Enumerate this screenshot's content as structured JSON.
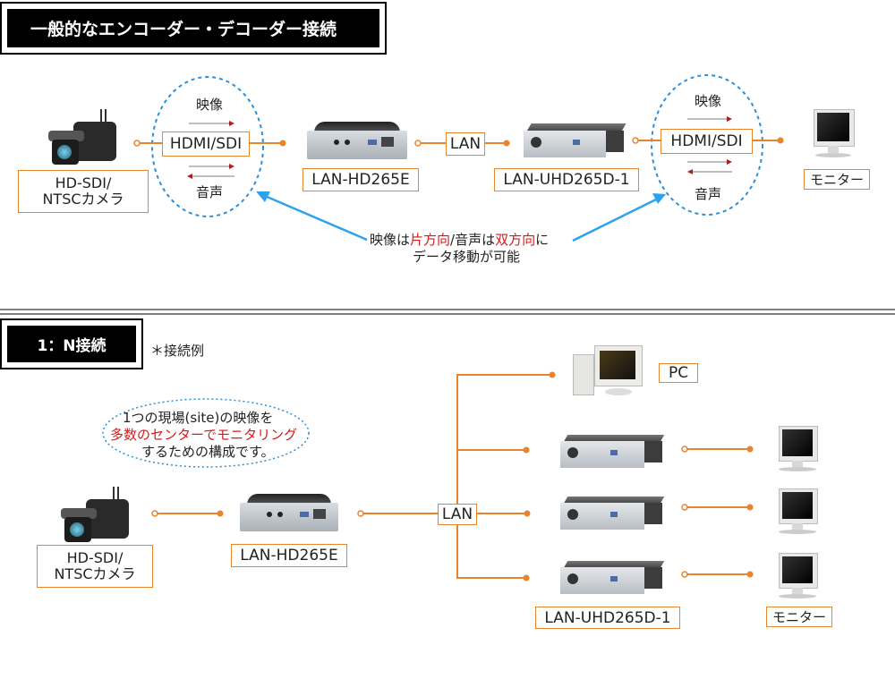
{
  "section1": {
    "title": "一般的なエンコーダー・デコーダー接続",
    "camera_label_line1": "HD-SDI/",
    "camera_label_line2": "NTSCカメラ",
    "left_circle": {
      "video": "映像",
      "interface": "HDMI/SDI",
      "audio": "音声"
    },
    "encoder_label": "LAN-HD265E",
    "lan_label": "LAN",
    "decoder_label": "LAN-UHD265D-1",
    "right_circle": {
      "video": "映像",
      "interface": "HDMI/SDI",
      "audio": "音声"
    },
    "monitor_label": "モニター",
    "note": {
      "part1": "映像は",
      "part2_red": "片方向",
      "part3": "/音声は",
      "part4_red": "双方向",
      "part5": "に",
      "line2": "データ移動が可能"
    }
  },
  "section2": {
    "title": "1：N接続",
    "example_note": "＊接続例",
    "bubble": {
      "line1": "1つの現場(site)の映像を",
      "line2_red": "多数のセンターでモニタリング",
      "line3": "するための構成です。"
    },
    "camera_label_line1": "HD-SDI/",
    "camera_label_line2": "NTSCカメラ",
    "encoder_label": "LAN-HD265E",
    "lan_label": "LAN",
    "pc_label": "PC",
    "decoder_label": "LAN-UHD265D-1",
    "monitor_label": "モニター"
  },
  "colors": {
    "wire": "#e8842c",
    "dashed_circle": "#2d8fd6",
    "callout_arrow": "#2ba3ee",
    "emphasis_red": "#d61a1a",
    "arrow_red": "#b01c1c"
  }
}
